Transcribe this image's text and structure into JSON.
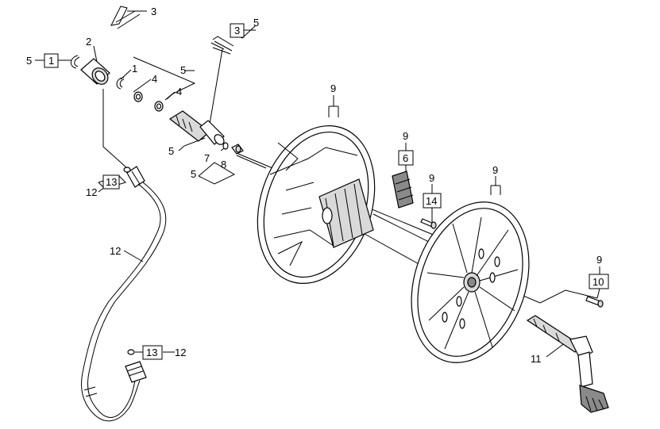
{
  "callouts": {
    "c1": "1",
    "c1b": "1",
    "c2": "2",
    "c3": "3",
    "c3b": "3",
    "c4": "4",
    "c4b": "4",
    "c5a": "5",
    "c5b": "5",
    "c5c": "5",
    "c5d": "5",
    "c5e": "5",
    "c6": "6",
    "c7": "7",
    "c8": "8",
    "c9a": "9",
    "c9b": "9",
    "c9c": "9",
    "c9d": "9",
    "c9e": "9",
    "c10": "10",
    "c11": "11",
    "c12a": "12",
    "c12b": "12",
    "c12c": "12",
    "c13a": "13",
    "c13b": "13",
    "c14": "14"
  }
}
